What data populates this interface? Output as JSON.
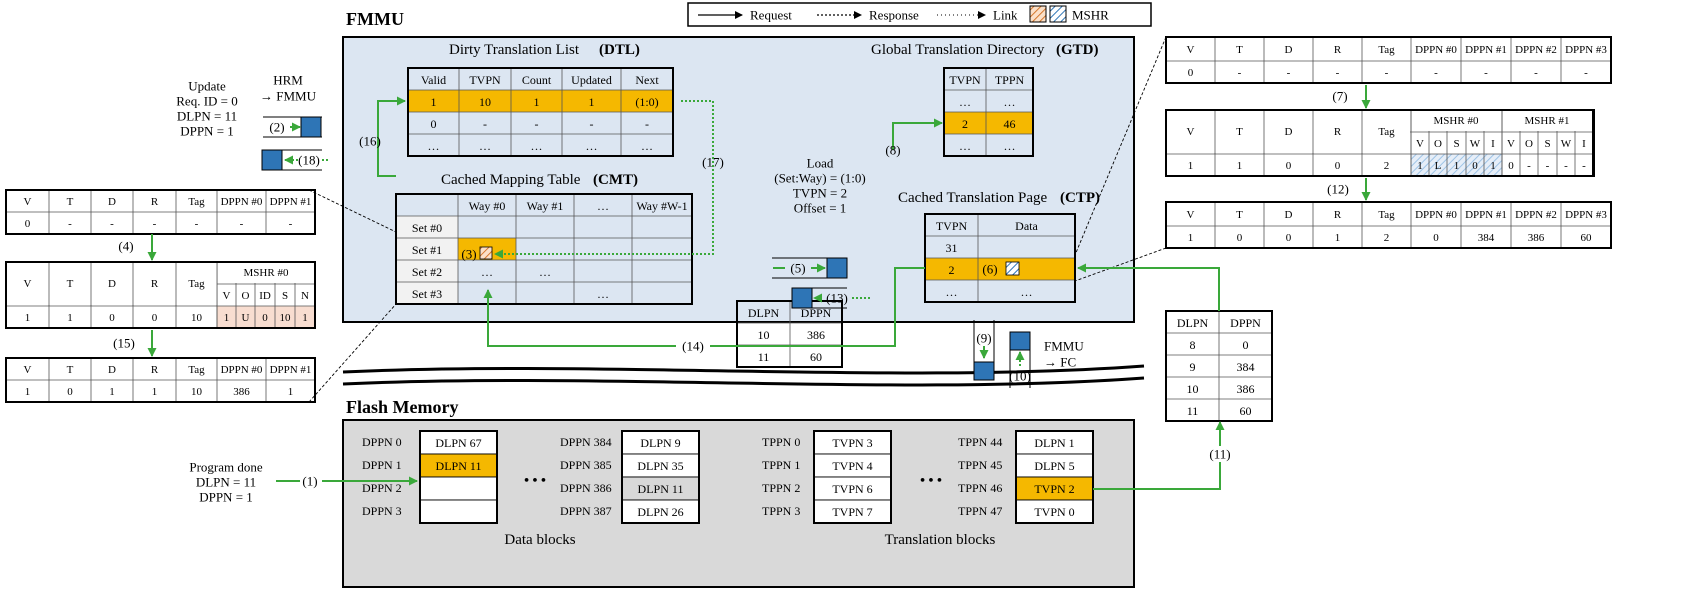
{
  "legend": {
    "request": "Request",
    "response": "Response",
    "link": "Link",
    "mshr": "MSHR"
  },
  "titles": {
    "fmmu": "FMMU",
    "flash": "Flash Memory",
    "dtl": "Dirty Translation List",
    "dtl_abbr": "(DTL)",
    "gtd": "Global Translation Directory",
    "gtd_abbr": "(GTD)",
    "cmt": "Cached Mapping Table",
    "cmt_abbr": "(CMT)",
    "ctp": "Cached Translation Page",
    "ctp_abbr": "(CTP)",
    "data_blocks": "Data blocks",
    "translation_blocks": "Translation blocks"
  },
  "steps": [
    "(1)",
    "(2)",
    "(3)",
    "(4)",
    "(5)",
    "(6)",
    "(7)",
    "(8)",
    "(9)",
    "(10)",
    "(11)",
    "(12)",
    "(13)",
    "(14)",
    "(15)",
    "(16)",
    "(17)",
    "(18)"
  ],
  "notes": {
    "update": [
      "Update",
      "Req. ID = 0",
      "DLPN = 11",
      "DPPN = 1"
    ],
    "hrm": [
      "HRM",
      "→ FMMU"
    ],
    "load": [
      "Load",
      "(Set:Way) = (1:0)",
      "TVPN = 2",
      "Offset = 1"
    ],
    "fc": [
      "FMMU",
      "→ FC"
    ],
    "program": [
      "Program done",
      "DLPN = 11",
      "DPPN = 1"
    ],
    "ellipsis": "…",
    "dots": "• • •"
  },
  "dtl": {
    "header": [
      "Valid",
      "TVPN",
      "Count",
      "Updated",
      "Next"
    ],
    "rows": [
      [
        "1",
        "10",
        "1",
        "1",
        "(1:0)"
      ],
      [
        "0",
        "-",
        "-",
        "-",
        "-"
      ],
      [
        "…",
        "…",
        "…",
        "…",
        "…"
      ]
    ]
  },
  "gtd": {
    "header": [
      "TVPN",
      "TPPN"
    ],
    "rows": [
      [
        "…",
        "…"
      ],
      [
        "2",
        "46"
      ],
      [
        "…",
        "…"
      ]
    ]
  },
  "cmt": {
    "header": [
      "Way #0",
      "Way #1",
      "…",
      "Way #W-1"
    ],
    "sets": [
      "Set #0",
      "Set #1",
      "Set #2",
      "Set #3"
    ]
  },
  "ctp": {
    "header": [
      "TVPN",
      "Data"
    ],
    "rows": [
      [
        "31",
        ""
      ],
      [
        "2",
        ""
      ],
      [
        "…",
        "…"
      ]
    ]
  },
  "mid_map": {
    "header": [
      "DLPN",
      "DPPN"
    ],
    "rows": [
      [
        "10",
        "386"
      ],
      [
        "11",
        "60"
      ]
    ]
  },
  "right_map": {
    "header": [
      "DLPN",
      "DPPN"
    ],
    "rows": [
      [
        "8",
        "0"
      ],
      [
        "9",
        "384"
      ],
      [
        "10",
        "386"
      ],
      [
        "11",
        "60"
      ]
    ]
  },
  "left_tables": {
    "t1": {
      "header": [
        "V",
        "T",
        "D",
        "R",
        "Tag",
        "DPPN #0",
        "DPPN #1"
      ],
      "row": [
        "0",
        "-",
        "-",
        "-",
        "-",
        "-",
        "-"
      ]
    },
    "t2": {
      "header": [
        "V",
        "T",
        "D",
        "R",
        "Tag"
      ],
      "group": "MSHR #0",
      "sub": [
        "V",
        "O",
        "ID",
        "S",
        "N"
      ],
      "row": [
        "1",
        "1",
        "0",
        "0",
        "10",
        "1",
        "U",
        "0",
        "10",
        "1"
      ]
    },
    "t3": {
      "header": [
        "V",
        "T",
        "D",
        "R",
        "Tag",
        "DPPN #0",
        "DPPN #1"
      ],
      "row": [
        "1",
        "0",
        "1",
        "1",
        "10",
        "386",
        "1"
      ]
    }
  },
  "right_tables": {
    "t1": {
      "header": [
        "V",
        "T",
        "D",
        "R",
        "Tag",
        "DPPN #0",
        "DPPN #1",
        "DPPN #2",
        "DPPN #3"
      ],
      "row": [
        "0",
        "-",
        "-",
        "-",
        "-",
        "-",
        "-",
        "-",
        "-"
      ]
    },
    "t2": {
      "header": [
        "V",
        "T",
        "D",
        "R",
        "Tag"
      ],
      "groups": [
        "MSHR #0",
        "MSHR #1"
      ],
      "sub": [
        "V",
        "O",
        "S",
        "W",
        "I",
        "V",
        "O",
        "S",
        "W",
        "I"
      ],
      "row": [
        "1",
        "1",
        "0",
        "0",
        "2",
        "1",
        "L",
        "1",
        "0",
        "1",
        "0",
        "-",
        "-",
        "-",
        "-"
      ]
    },
    "t3": {
      "header": [
        "V",
        "T",
        "D",
        "R",
        "Tag",
        "DPPN #0",
        "DPPN #1",
        "DPPN #2",
        "DPPN #3"
      ],
      "row": [
        "1",
        "0",
        "0",
        "1",
        "2",
        "0",
        "384",
        "386",
        "60"
      ]
    }
  },
  "flash": {
    "groups": [
      {
        "labels": [
          "DPPN 0",
          "DPPN 1",
          "DPPN 2",
          "DPPN 3"
        ],
        "cells": [
          "DLPN 67",
          "DLPN 11",
          "",
          ""
        ]
      },
      {
        "labels": [
          "DPPN 384",
          "DPPN 385",
          "DPPN 386",
          "DPPN 387"
        ],
        "cells": [
          "DLPN 9",
          "DLPN 35",
          "DLPN 11",
          "DLPN 26"
        ]
      },
      {
        "labels": [
          "TPPN 0",
          "TPPN 1",
          "TPPN 2",
          "TPPN 3"
        ],
        "cells": [
          "TVPN 3",
          "TVPN 4",
          "TVPN 6",
          "TVPN 7"
        ]
      },
      {
        "labels": [
          "TPPN 44",
          "TPPN 45",
          "TPPN 46",
          "TPPN 47"
        ],
        "cells": [
          "DLPN 1",
          "DLPN 5",
          "TVPN 2",
          "TVPN 0"
        ]
      }
    ]
  },
  "colors": {
    "highlight": "#f5b800",
    "panel": "#dce6f2",
    "flash": "#d9d9d9",
    "arrow": "#3aa83a",
    "blue": "#2e75b6",
    "orange": "#e69a55",
    "mshr_fill": "#f8ddd0",
    "hatch_blue": "#9dc3e6",
    "stale": "#d8d8d8"
  }
}
